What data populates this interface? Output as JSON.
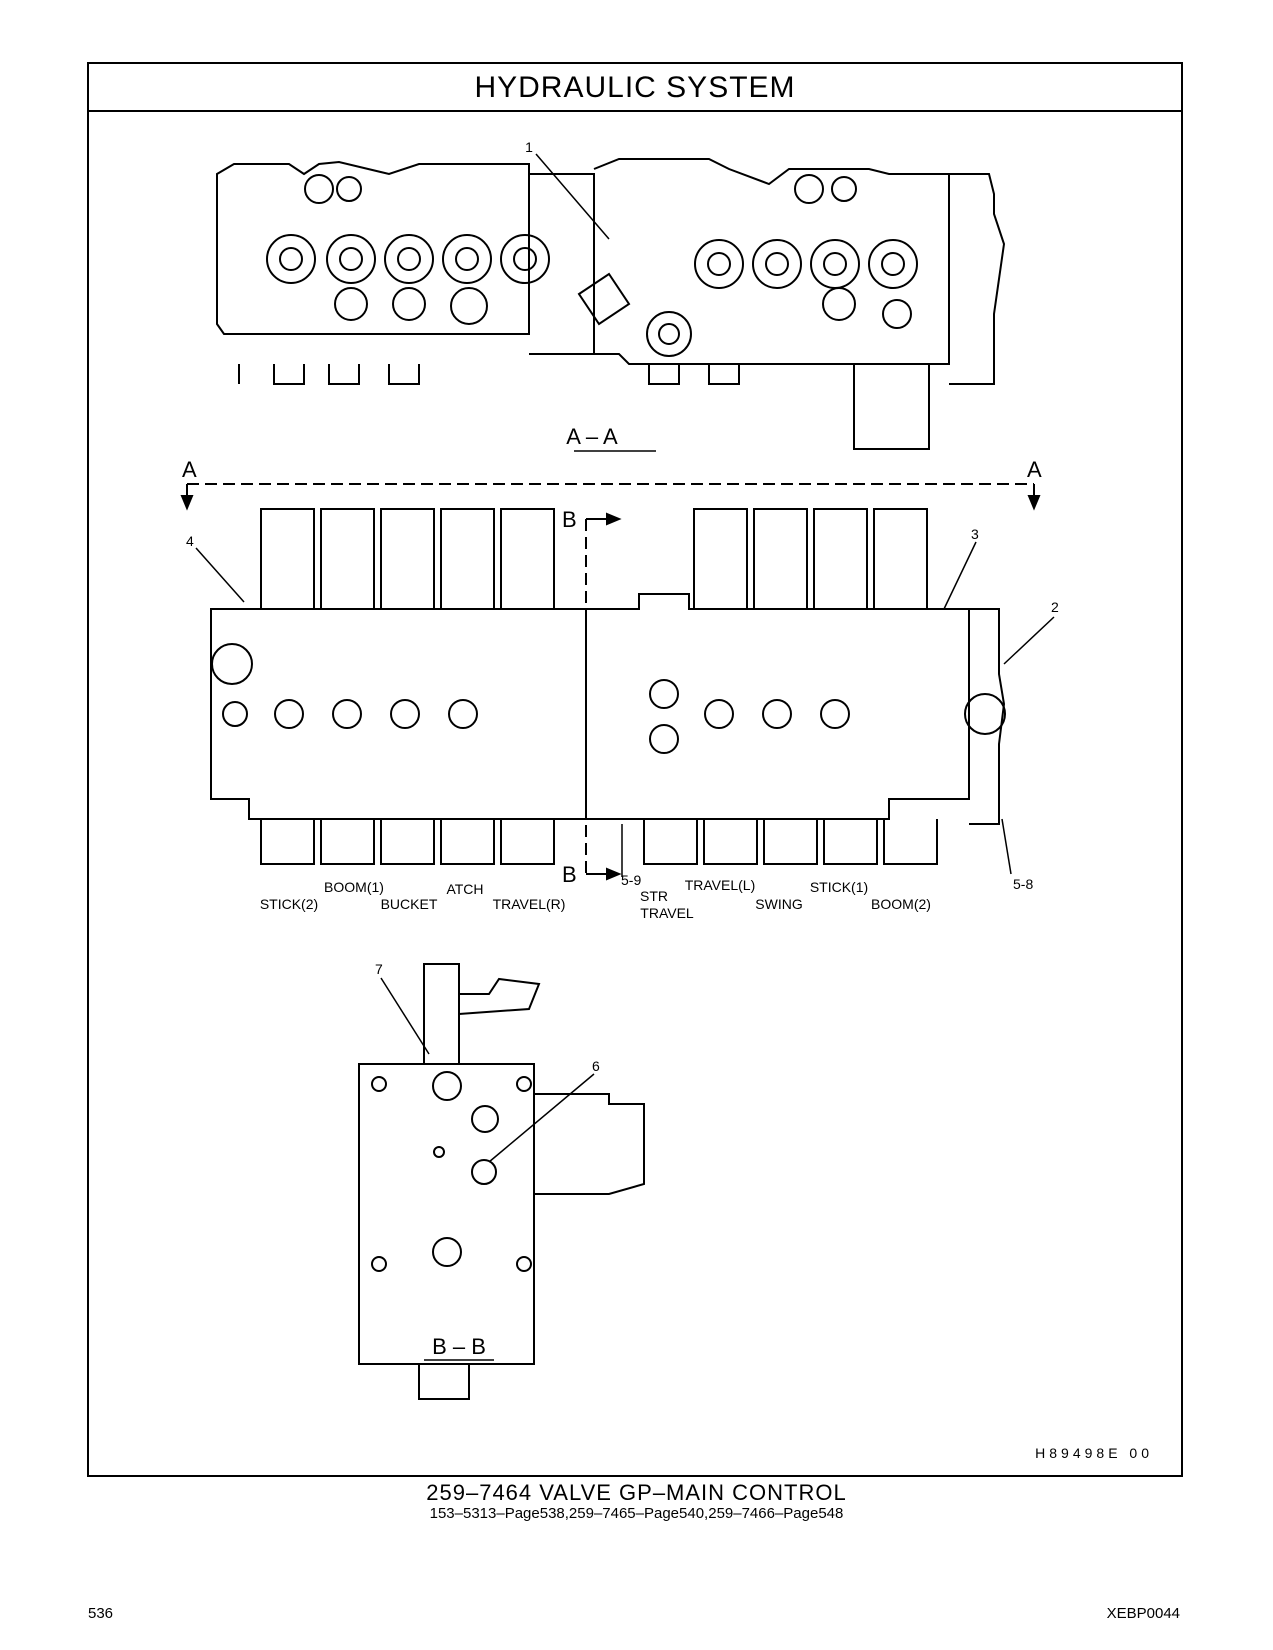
{
  "header": {
    "title": "HYDRAULIC   SYSTEM"
  },
  "views": {
    "top": {
      "label": "A – A"
    },
    "middle": {
      "section_a_left": "A",
      "section_a_right": "A",
      "section_b_top": "B",
      "section_b_bottom": "B",
      "spool_labels": [
        "STICK(2)",
        "BOOM(1)",
        "BUCKET",
        "ATCH",
        "TRAVEL(R)",
        "STR",
        "TRAVEL",
        "TRAVEL(L)",
        "SWING",
        "STICK(1)",
        "BOOM(2)"
      ]
    },
    "bottom": {
      "label": "B – B"
    }
  },
  "callouts": [
    "1",
    "2",
    "3",
    "4",
    "5-9",
    "5-8",
    "7",
    "6"
  ],
  "image_code": "H89498E   00",
  "caption": {
    "main": "259–7464   VALVE  GP–MAIN  CONTROL",
    "sub": "153–5313–Page538,259–7465–Page540,259–7466–Page548"
  },
  "footer": {
    "page_number": "536",
    "doc_id": "XEBP0044"
  }
}
